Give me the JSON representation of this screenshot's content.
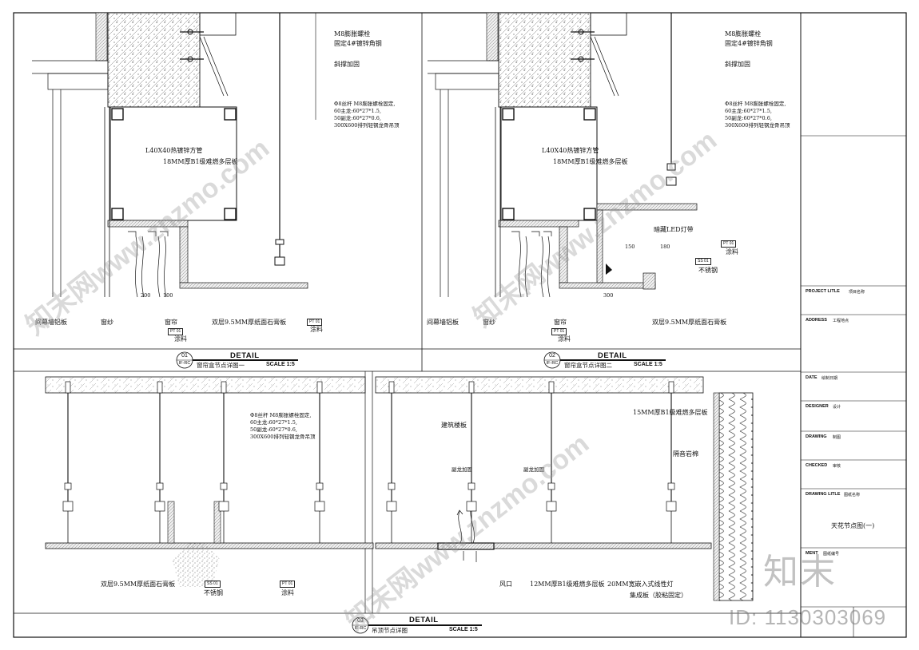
{
  "title_block": {
    "project_title_label": "PROJECT LITLE",
    "project_title_value": "项目名称",
    "address_label": "ADDRESS",
    "address_value": "工程地点",
    "date_label": "DATE",
    "date_value": "绘制日期",
    "designer_label": "DESIGNER",
    "designer_value": "设计",
    "drawing_label": "DRAWING",
    "drawing_value": "制图",
    "checked_label": "CHECKED",
    "checked_value": "审核",
    "drawing_title_label": "DRAWING LITLE",
    "drawing_title_value": "图纸名称",
    "sheet_title": "天花节点图(一)",
    "ment_label": "MENT",
    "ment_value": "图纸编号"
  },
  "detail_01": {
    "num": "01",
    "ref": "IF-RC",
    "heading": "DETAIL",
    "subtitle": "窗帘盒节点详图一",
    "scale": "SCALE 1:5",
    "labels": {
      "bolt": "M8膨胀螺栓",
      "bolt2": "固定4#镀锌角钢",
      "brace": "斜撑加固",
      "hanger_1": "Φ8丝杆 M8膨胀螺栓固定,",
      "hanger_2": "60主龙:60*27*1.5,",
      "hanger_3": "50副龙:60*27*0.6,",
      "hanger_4": "300X600排列轻钢龙骨吊顶",
      "tube": "L40X40热镀锌方管",
      "board": "18MM厚B1级难燃多层板",
      "curtain_wall": "间幕墙铝板",
      "gauze": "窗纱",
      "curtain": "窗帘",
      "gypsum": "双层9.5MM厚纸面石膏板",
      "paint_a": "涂料",
      "paint_b": "涂料",
      "dim_a": "200",
      "dim_b": "100"
    },
    "tags": [
      "PT 01",
      "PT 01"
    ]
  },
  "detail_02": {
    "num": "02",
    "ref": "IF-RC",
    "heading": "DETAIL",
    "subtitle": "窗帘盒节点详图二",
    "scale": "SCALE 1:5",
    "labels": {
      "bolt": "M8膨胀螺栓",
      "bolt2": "固定4#镀锌角钢",
      "brace": "斜撑加固",
      "hanger_1": "Φ8丝杆 M8膨胀螺栓固定,",
      "hanger_2": "60主龙:60*27*1.5,",
      "hanger_3": "50副龙:60*27*0.6,",
      "hanger_4": "300X600排列轻钢龙骨吊顶",
      "tube": "L40X40热镀锌方管",
      "board": "18MM厚B1级难燃多层板",
      "led": "暗藏LED灯带",
      "steel": "不锈钢",
      "paint_c": "涂料",
      "curtain_wall": "间幕墙铝板",
      "gauze": "窗纱",
      "curtain": "窗帘",
      "gypsum": "双层9.5MM厚纸面石膏板",
      "paint_a": "涂料",
      "dim_a": "300",
      "dim_b": "150",
      "dim_c": "180"
    },
    "tags": [
      "PT 01",
      "PT 01",
      "SS 01"
    ]
  },
  "detail_03": {
    "num": "03",
    "ref": "IF-RC",
    "heading": "DETAIL",
    "subtitle": "吊顶节点详图",
    "scale": "SCALE 1:5",
    "labels": {
      "hanger_1": "Φ8丝杆 M8膨胀螺栓固定,",
      "hanger_2": "60主龙:60*27*1.5,",
      "hanger_3": "50副龙:60*27*0.6,",
      "hanger_4": "300X600排列轻钢龙骨吊顶",
      "slab": "建筑楼板",
      "reinforce_a": "副龙加固",
      "reinforce_b": "副龙加固",
      "board15": "15MM厚B1级难燃多层板",
      "rockwool": "隔音岩棉",
      "gypsum": "双层9.5MM厚纸面石膏板",
      "steel": "不锈钢",
      "paint": "涂料",
      "vent": "风口",
      "board12": "12MM厚B1级难燃多层板",
      "linear_light": "20MM宽嵌入式线性灯",
      "integrated": "集成板（胶粘固定）"
    },
    "tags": [
      "SS 01",
      "PT 01"
    ]
  },
  "watermark": {
    "text_cn": "知末网www.znzmo.com",
    "brand": "知末",
    "id_text": "ID: 1130303069"
  },
  "colors": {
    "line": "#111111",
    "hatch": "#8a8a8a",
    "watermark": "#9a9a9a"
  }
}
